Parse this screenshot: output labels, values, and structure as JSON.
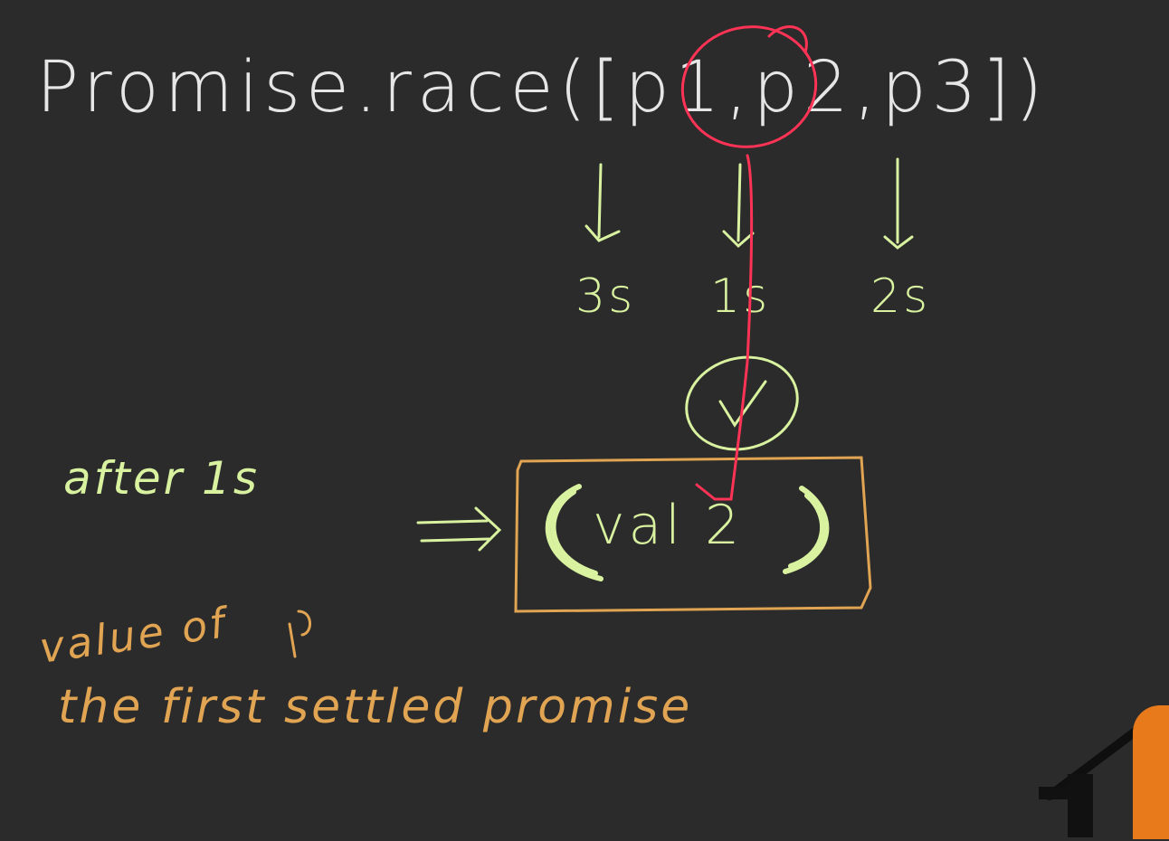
{
  "expression": {
    "prefix": "Promise.race([",
    "p1": "p1",
    "sep1": ",",
    "p2": "p2",
    "sep2": ",",
    "p3": "p3",
    "suffix": "])"
  },
  "timings": [
    "3s",
    "1s",
    "2s"
  ],
  "annotation_after": "after 1s",
  "result": {
    "arrow": "=>",
    "value": "val 2"
  },
  "note": {
    "line1": "value of",
    "line2": "the first settled promise"
  },
  "colors": {
    "background": "#2b2b2b",
    "chalk_white": "#e6e6e6",
    "chalk_green": "#d9f2a0",
    "chalk_orange": "#e0a452",
    "highlight_red": "#ff3355"
  }
}
